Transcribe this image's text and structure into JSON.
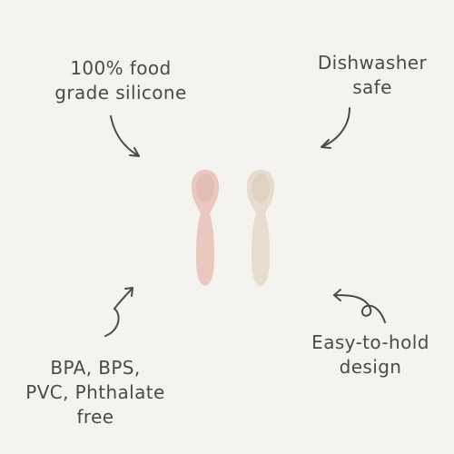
{
  "background": "#f4f3ef",
  "text_color": "#4a4a48",
  "features": [
    {
      "id": "food-grade",
      "lines": [
        "100% food",
        "grade silicone"
      ],
      "arrow": "curved-arrow-icon"
    },
    {
      "id": "dishwasher",
      "lines": [
        "Dishwasher",
        "safe"
      ],
      "arrow": "curved-arrow-icon"
    },
    {
      "id": "bpa-free",
      "lines": [
        "BPA, BPS,",
        "PVC, Phthalate",
        "free"
      ],
      "arrow": "curved-arrow-icon"
    },
    {
      "id": "easy-hold",
      "lines": [
        "Easy-to-hold",
        "design"
      ],
      "arrow": "looped-arrow-icon"
    }
  ],
  "spoons": [
    {
      "name": "pink-spoon",
      "color": "#eac8bf",
      "shade": "#ddb6ab"
    },
    {
      "name": "cream-spoon",
      "color": "#e7dccd",
      "shade": "#d8cbb9"
    }
  ]
}
